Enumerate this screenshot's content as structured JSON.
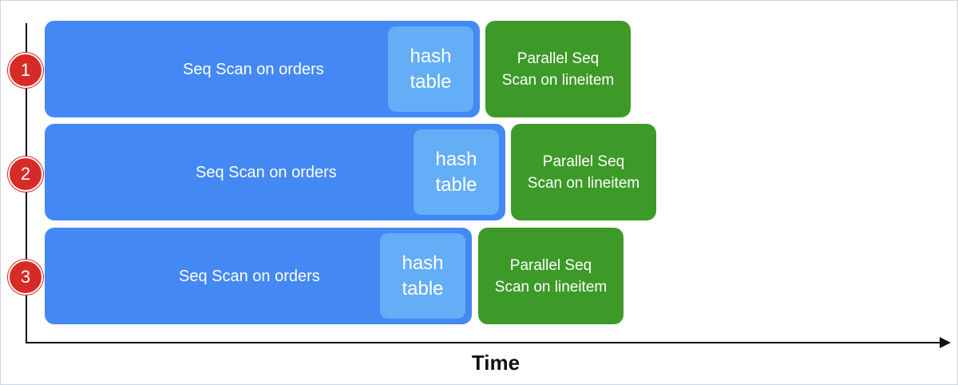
{
  "axis": {
    "x_label": "Time"
  },
  "rows": [
    {
      "number": "1",
      "seq_scan_label": "Seq Scan on orders",
      "hash_line1": "hash",
      "hash_line2": "table",
      "parallel_line1": "Parallel Seq",
      "parallel_line2": "Scan on lineitem"
    },
    {
      "number": "2",
      "seq_scan_label": "Seq Scan on orders",
      "hash_line1": "hash",
      "hash_line2": "table",
      "parallel_line1": "Parallel Seq",
      "parallel_line2": "Scan on lineitem"
    },
    {
      "number": "3",
      "seq_scan_label": "Seq Scan on orders",
      "hash_line1": "hash",
      "hash_line2": "table",
      "parallel_line1": "Parallel Seq",
      "parallel_line2": "Scan on lineitem"
    }
  ],
  "colors": {
    "seq_scan": "#4488f4",
    "hash_table": "#64aef7",
    "parallel_scan": "#3d9a28",
    "row_badge": "#d62b27"
  }
}
